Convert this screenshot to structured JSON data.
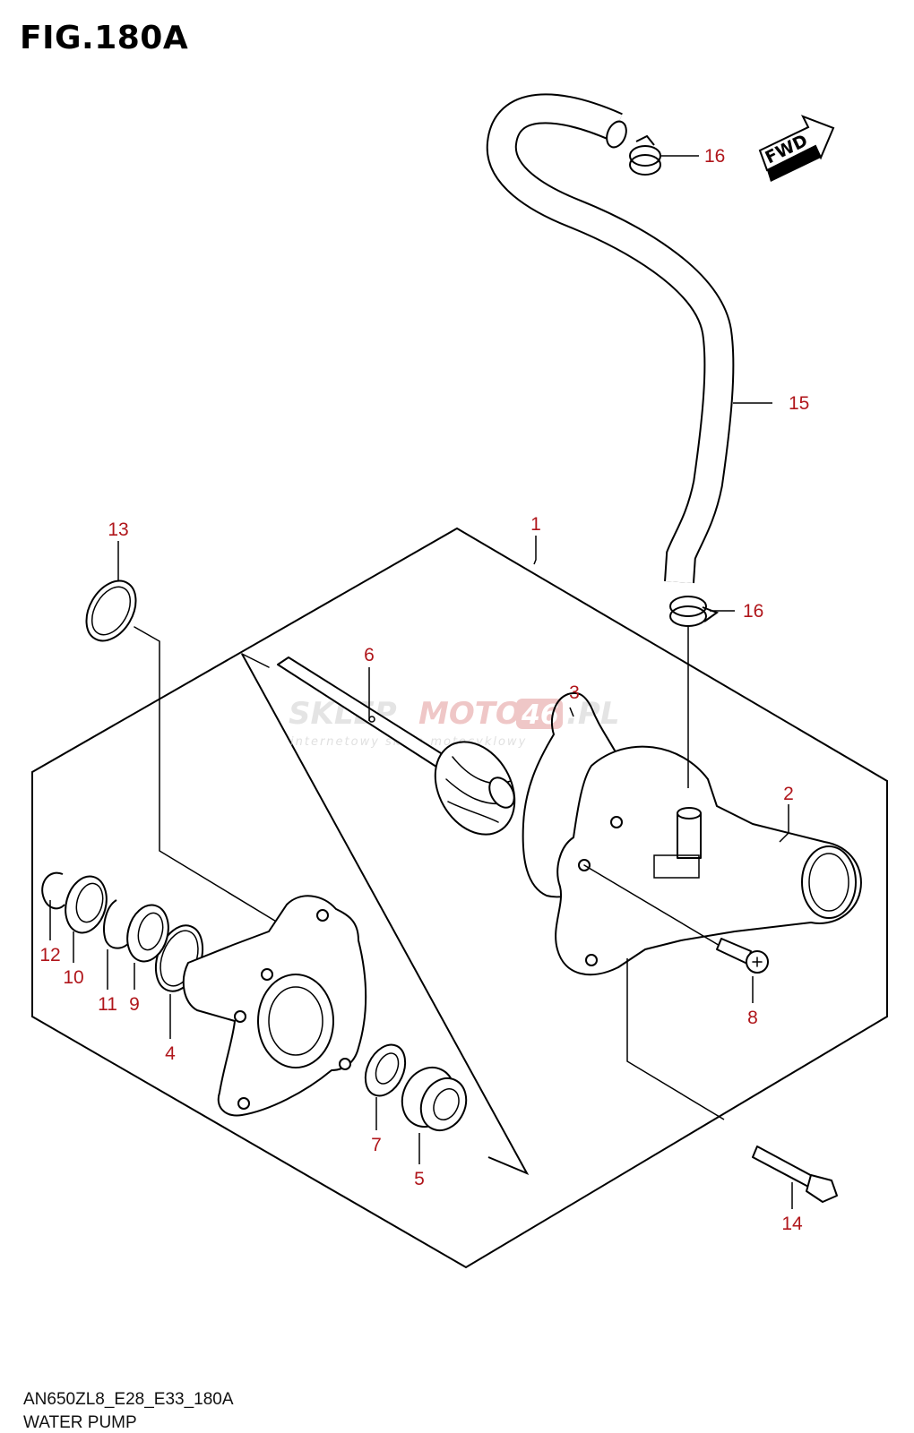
{
  "figure": {
    "title": "FIG.180A",
    "model_code": "AN650ZL8_E28_E33_180A",
    "name": "WATER PUMP"
  },
  "direction_badge": {
    "label": "FWD"
  },
  "watermark": {
    "brand_prefix": "SKLEP",
    "brand_middle": "MOTO",
    "brand_badge": "46",
    "brand_suffix": ".PL",
    "tagline": "internetowy sklep motocyklowy"
  },
  "callouts": [
    {
      "id": "1",
      "label": "1"
    },
    {
      "id": "2",
      "label": "2"
    },
    {
      "id": "3",
      "label": "3"
    },
    {
      "id": "4",
      "label": "4"
    },
    {
      "id": "5",
      "label": "5"
    },
    {
      "id": "6",
      "label": "6"
    },
    {
      "id": "7",
      "label": "7"
    },
    {
      "id": "8",
      "label": "8"
    },
    {
      "id": "9",
      "label": "9"
    },
    {
      "id": "10",
      "label": "10"
    },
    {
      "id": "11",
      "label": "11"
    },
    {
      "id": "12",
      "label": "12"
    },
    {
      "id": "13",
      "label": "13"
    },
    {
      "id": "14",
      "label": "14"
    },
    {
      "id": "15",
      "label": "15"
    },
    {
      "id": "16a",
      "label": "16"
    },
    {
      "id": "16b",
      "label": "16"
    }
  ],
  "colors": {
    "callout": "#b0161b",
    "line": "#000000",
    "watermark": "#cfcfcf"
  }
}
